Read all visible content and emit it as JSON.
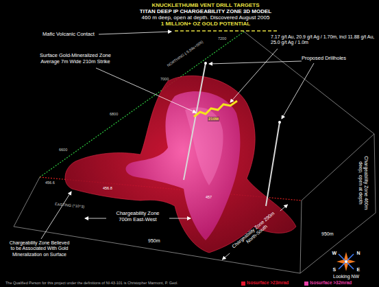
{
  "diagram": {
    "title": "KNUCKLETHUMB VENT DRILL TARGETS",
    "caption": "The Qualified Person for this project under the definitions of NI-43-101 is Christopher Marmont, P. Geol.",
    "labels": [
      "TITAN DEEP IP CHARGEABILITY ZONE 3D MODEL",
      "460 m deep, open at depth. Discovered August 2005",
      "1 MILLION+ OZ GOLD POTENTIAL",
      "Mafic Volcanic Contact",
      "NORTHING (-5.59e+006)",
      "7200",
      "7.17 g/t Au, 20.9 g/t Ag / 1.70m, incl 11.88 g/t Au, 25.0 g/t Ag / 1.0m",
      "Surface Gold-Mineralized Zone Average 7m Wide 210m Strike",
      "Proposed Drillholes",
      "7000",
      "6800",
      "210M",
      "6600",
      "456.6",
      "456.8",
      "457",
      "EASTING (*10^3)",
      "Chargeability Zone 700m East-West",
      "Chargeability Zone 290m North-South",
      "Chargeability Zone 460m deep, open at depth",
      "Chargeability Zone Believed to be Associated With Gold Mineralization on Surface",
      "950m",
      "950m",
      "W",
      "N",
      "S",
      "E",
      "Looking NW"
    ],
    "legend": [
      {
        "text": "Isosurface >23mrad",
        "color": "#e3162e"
      },
      {
        "text": "Isosurface >32mrad",
        "color": "#e83fa8"
      }
    ]
  }
}
